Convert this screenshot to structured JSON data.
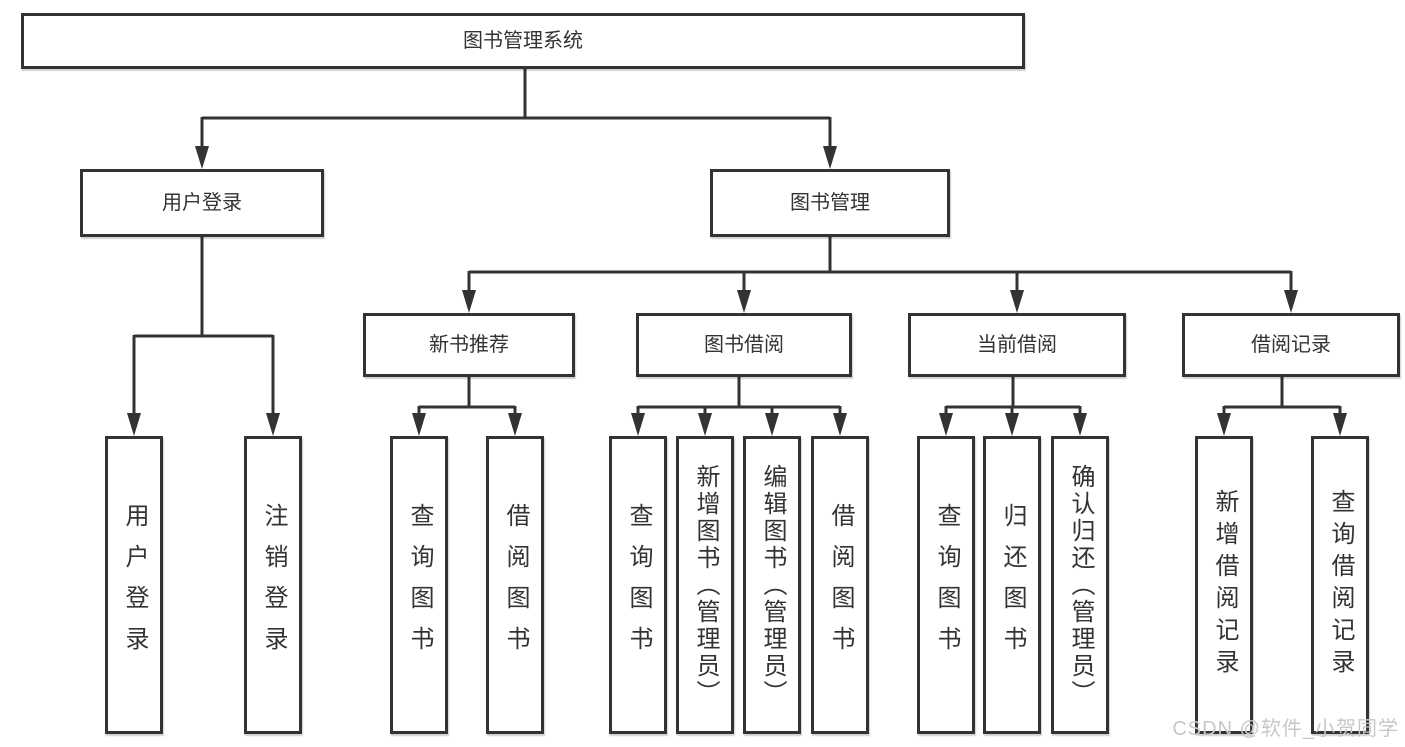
{
  "tree": {
    "label": "图书管理系统",
    "children": [
      {
        "label": "用户登录",
        "children": [
          {
            "label": "用户登录"
          },
          {
            "label": "注销登录"
          }
        ]
      },
      {
        "label": "图书管理",
        "children": [
          {
            "label": "新书推荐",
            "children": [
              {
                "label": "查询图书"
              },
              {
                "label": "借阅图书"
              }
            ]
          },
          {
            "label": "图书借阅",
            "children": [
              {
                "label": "查询图书"
              },
              {
                "label": "新增图书（管理员）"
              },
              {
                "label": "编辑图书（管理员）"
              },
              {
                "label": "借阅图书"
              }
            ]
          },
          {
            "label": "当前借阅",
            "children": [
              {
                "label": "查询图书"
              },
              {
                "label": "归还图书"
              },
              {
                "label": "确认归还（管理员）"
              }
            ]
          },
          {
            "label": "借阅记录",
            "children": [
              {
                "label": "新增借阅记录"
              },
              {
                "label": "查询借阅记录"
              }
            ]
          }
        ]
      }
    ]
  },
  "watermark": {
    "text": "CSDN @软件_小贺同学"
  },
  "colors": {
    "line": "#333333",
    "box_border": "#333333",
    "text": "#333333",
    "watermark": "#c8c8c8",
    "background": "#ffffff"
  }
}
